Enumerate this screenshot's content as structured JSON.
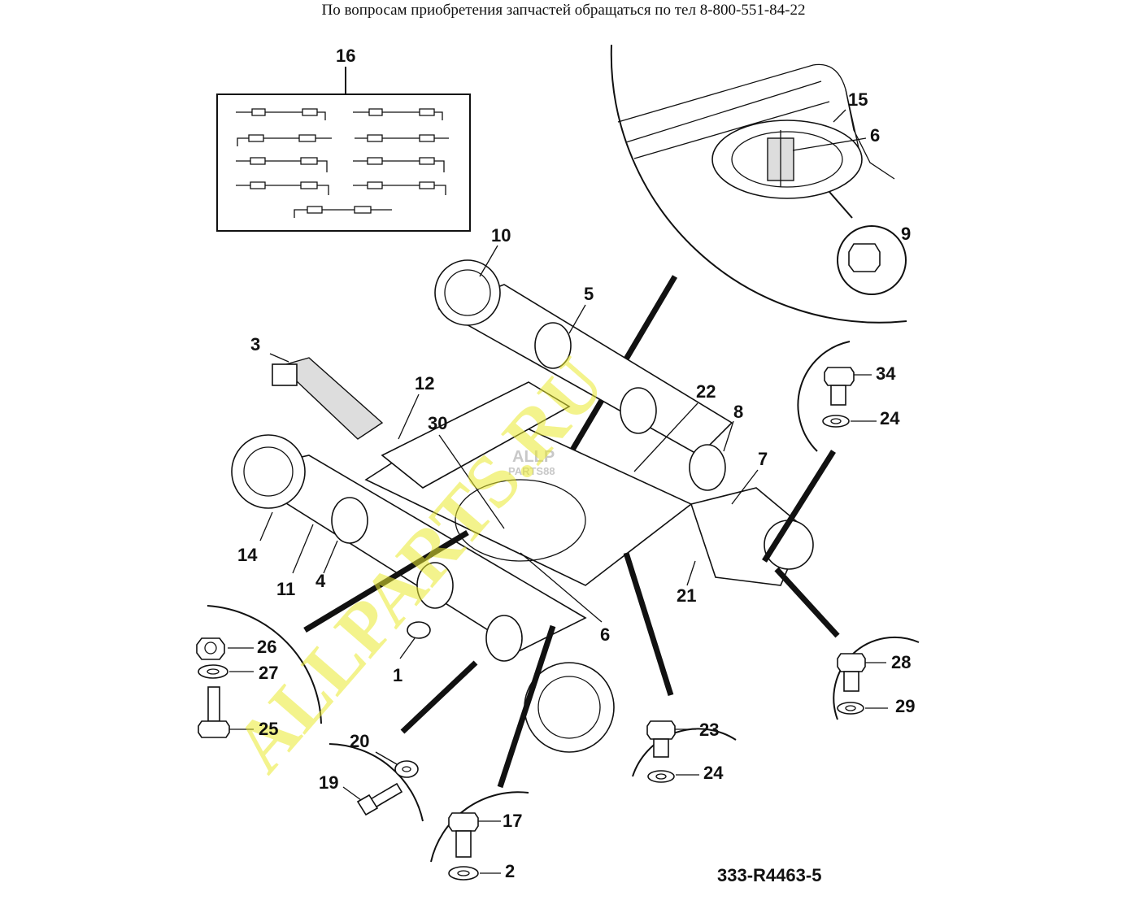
{
  "header": {
    "text": "По вопросам приобретения запчастей обращаться по тел 8-800-551-84-22"
  },
  "drawing_code": "333-R4463-5",
  "watermark": {
    "text": "ALLPARTS.RU",
    "color": "#eaea30"
  },
  "logo": {
    "text": "ALLP",
    "sub": "PARTS88"
  },
  "callouts": {
    "c1": "1",
    "c2": "2",
    "c3": "3",
    "c4": "4",
    "c5": "5",
    "c6a": "6",
    "c6b": "6",
    "c7": "7",
    "c8": "8",
    "c9": "9",
    "c10": "10",
    "c11": "11",
    "c12": "12",
    "c14": "14",
    "c15": "15",
    "c16": "16",
    "c17": "17",
    "c19": "19",
    "c20": "20",
    "c21": "21",
    "c22": "22",
    "c23": "23",
    "c24a": "24",
    "c24b": "24",
    "c25": "25",
    "c26": "26",
    "c27": "27",
    "c28": "28",
    "c29": "29",
    "c30": "30",
    "c34": "34"
  }
}
